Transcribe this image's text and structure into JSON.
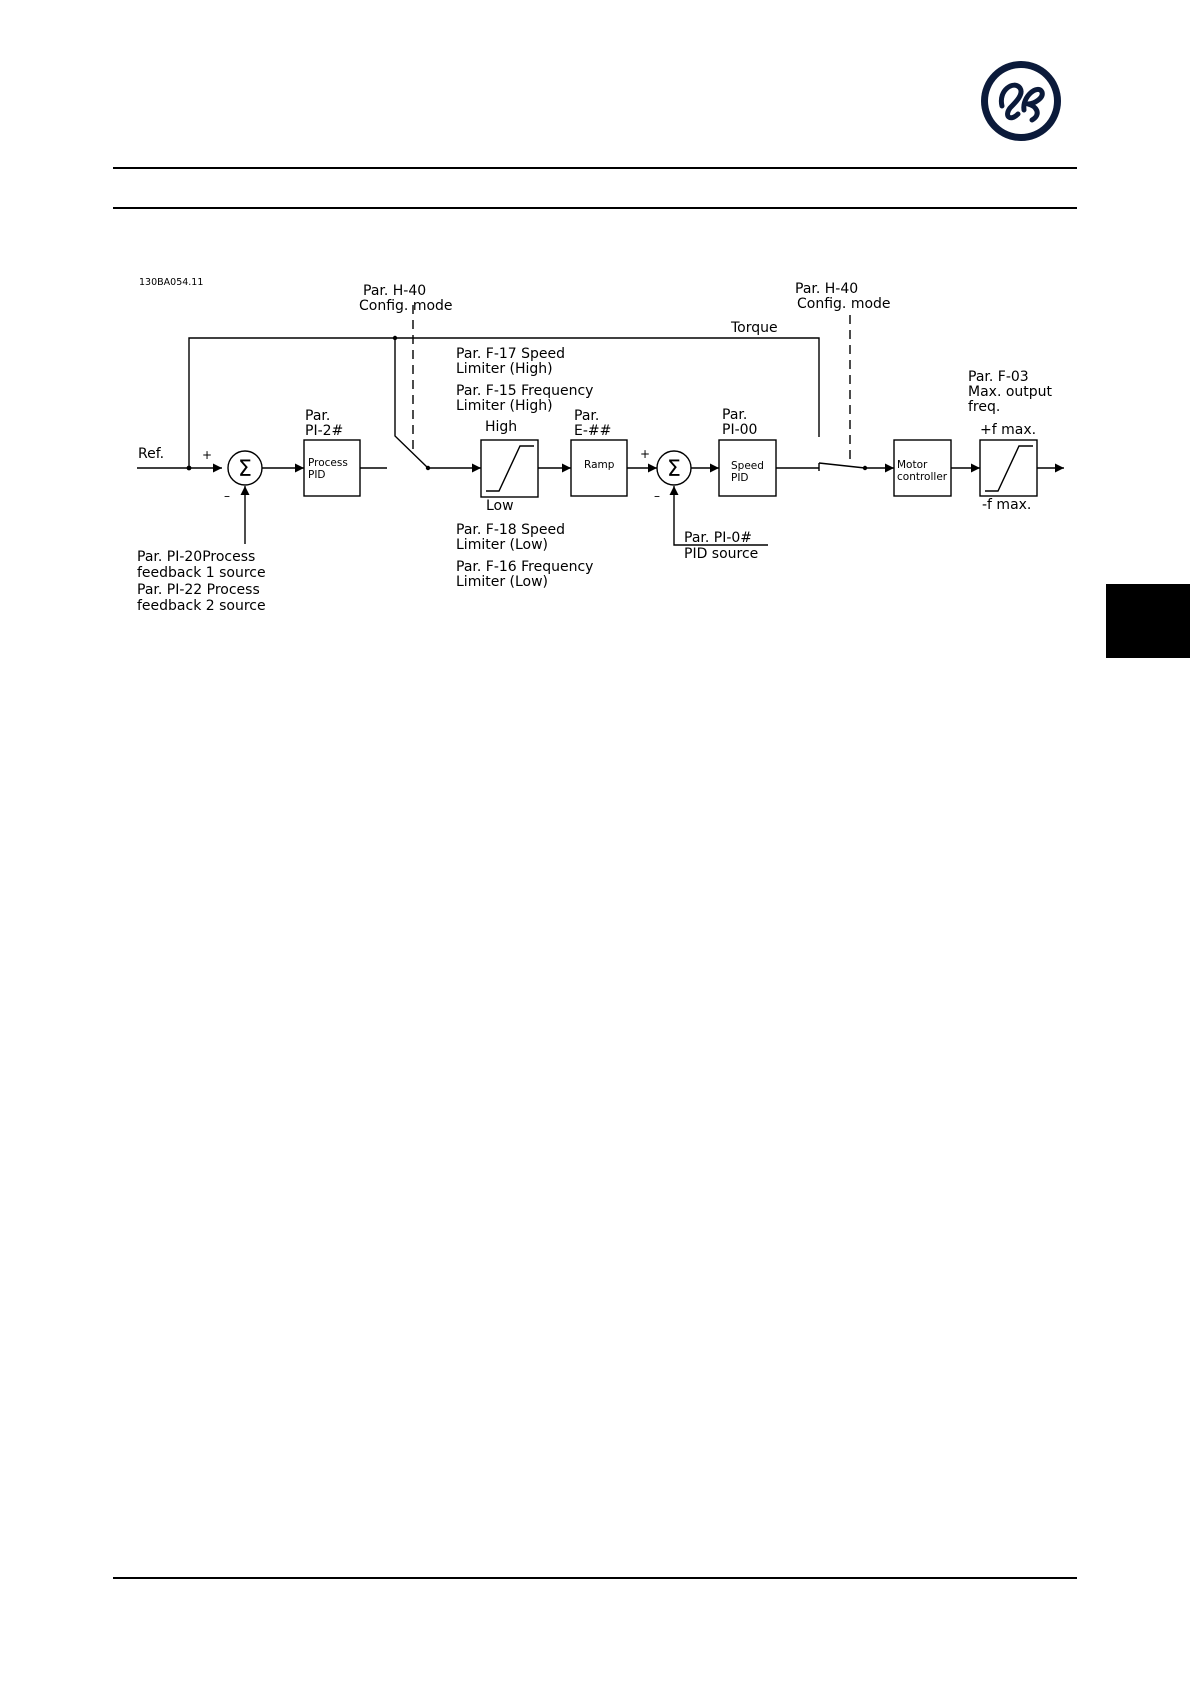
{
  "diagram_id": "130BA054.11",
  "labels": {
    "ref": "Ref.",
    "plus": "+",
    "minus": "–",
    "sigma": "Σ",
    "par_h40_left_1": "Par. H-40",
    "par_h40_left_2": "Config. mode",
    "par_h40_right_1": "Par. H-40",
    "par_h40_right_2": "Config. mode",
    "torque": "Torque",
    "f17_1": "Par. F-17 Speed",
    "f17_2": "Limiter (High)",
    "f15_1": "Par. F-15 Frequency",
    "f15_2": "Limiter (High)",
    "f18_1": "Par. F-18 Speed",
    "f18_2": "Limiter (Low)",
    "f16_1": "Par. F-16 Frequency",
    "f16_2": "Limiter (Low)",
    "par_pi2_1": "Par.",
    "par_pi2_2": "PI-2#",
    "par_e_1": "Par.",
    "par_e_2": "E-##",
    "par_pi00_1": "Par.",
    "par_pi00_2": "PI-00",
    "high": "High",
    "low": "Low",
    "f03_1": "Par. F-03",
    "f03_2": "Max. output",
    "f03_3": "freq.",
    "plus_f_max": "+f max.",
    "minus_f_max": "-f max.",
    "pi20_1": "Par. PI-20Process",
    "pi20_2": "feedback 1 source",
    "pi22_1": "Par. PI-22 Process",
    "pi22_2": "feedback 2 source",
    "pi0_1": "Par. PI-0#",
    "pi0_2": "PID source"
  },
  "blocks": {
    "process_pid_1": "Process",
    "process_pid_2": "PID",
    "ramp": "Ramp",
    "speed_pid_1": "Speed",
    "speed_pid_2": "PID",
    "motor_1": "Motor",
    "motor_2": "controller"
  }
}
